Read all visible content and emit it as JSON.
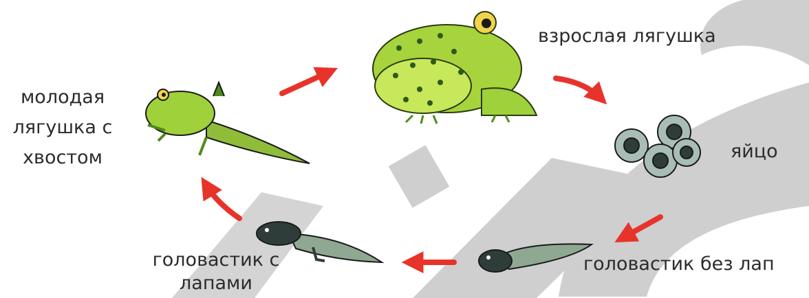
{
  "diagram": {
    "type": "life-cycle",
    "stages": [
      {
        "id": "adult",
        "label": "взрослая лягушка",
        "icon": "adult-frog-icon"
      },
      {
        "id": "egg",
        "label": "яйцо",
        "icon": "frog-eggs-icon"
      },
      {
        "id": "tadpole",
        "label": "головастик без лап",
        "icon": "tadpole-icon"
      },
      {
        "id": "tadpole_legs",
        "label_lines": [
          "головастик с",
          "лапами"
        ],
        "icon": "tadpole-with-legs-icon"
      },
      {
        "id": "froglet",
        "label_lines": [
          "молодая",
          "лягушка с",
          "хвостом"
        ],
        "icon": "froglet-icon"
      }
    ]
  },
  "colors": {
    "arrow": "#e8332a",
    "frog_green": "#9fd13a",
    "frog_dark": "#4f8a1c",
    "spots": "#2e5a16",
    "egg": "#4e6a66",
    "tadpole": "#3b4f48",
    "watermark": "#cfcfcf"
  }
}
